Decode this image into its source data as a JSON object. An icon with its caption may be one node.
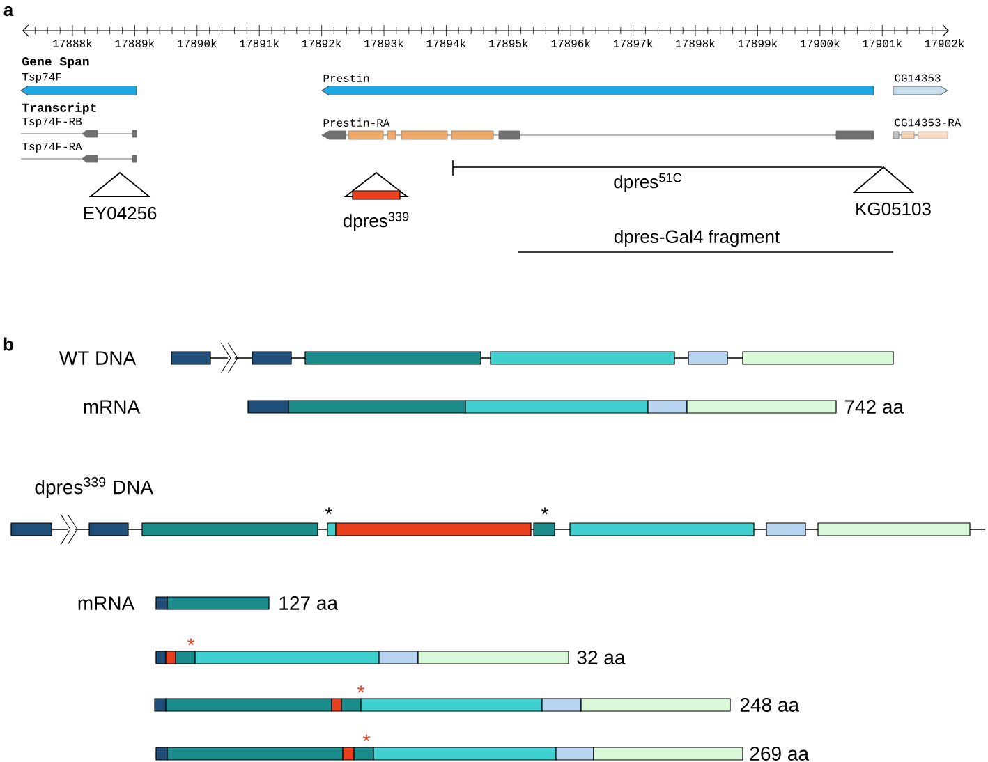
{
  "diagram": {
    "nodes": [
      {
        "text": [
          "EY04256"
        ]
      },
      {
        "text": [
          "dpres$^{339}$"
        ]
      },
      {
        "text": [
          "KG05103"
        ]
      }
    ],
    "labels": [
      "a",
      "17888k",
      "17889k",
      "17890k",
      "17891k",
      "17892k",
      "17893k",
      "17894k",
      "17895k",
      "17896k",
      "17897k",
      "17898k",
      "17899k",
      "17900k",
      "17901k",
      "17902k",
      "Gene Span",
      "Tsp74F",
      "Prestin",
      "CG14353",
      "Transcript",
      "Tsp74F-RB",
      "Tsp74F-RA",
      "Prestin-RA",
      "CG14353-RA",
      "dpres$^{51C}$",
      "dpres-Gal4 fragment",
      "b",
      "WT DNA",
      "mRNA",
      "742 aa",
      "dpres$^{339}$ DNA",
      "*",
      "*",
      "mRNA",
      "127 aa",
      "*",
      "32 aa",
      "*",
      "248 aa",
      "*",
      "269 aa"
    ]
  }
}
